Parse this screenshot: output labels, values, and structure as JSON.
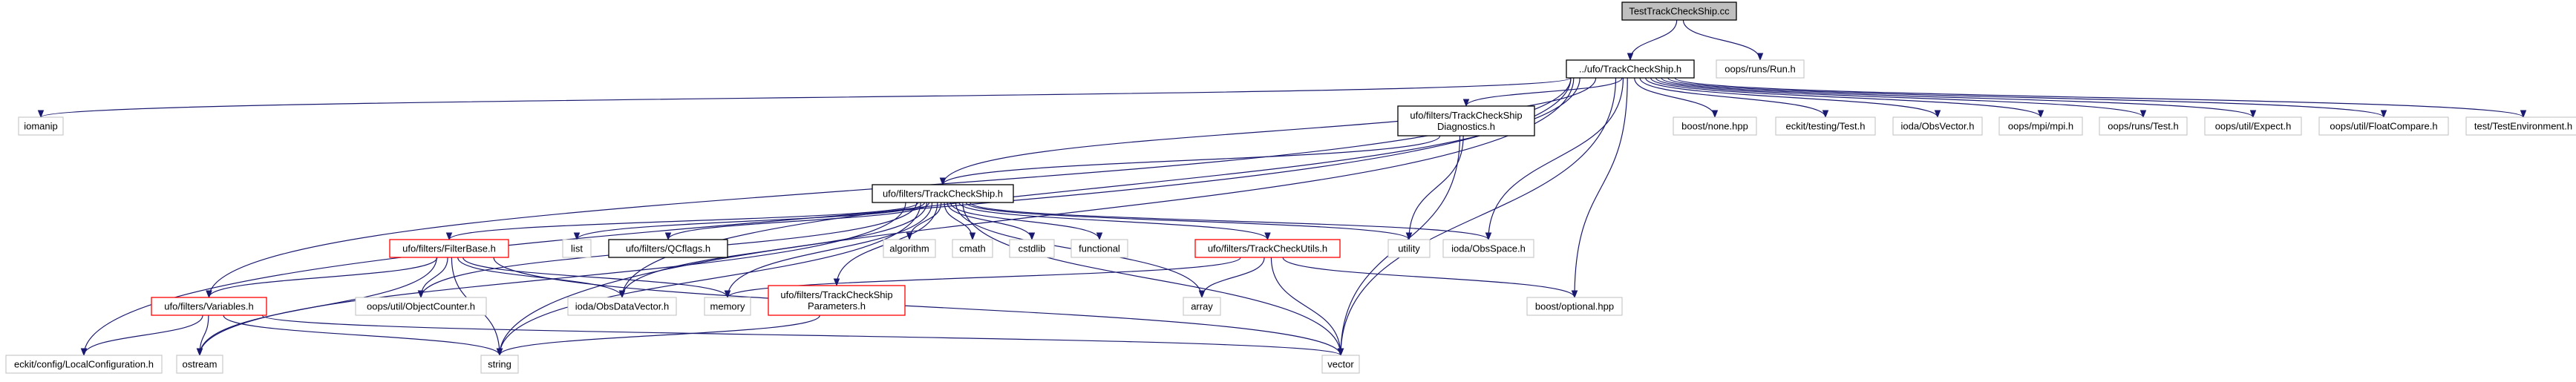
{
  "colors": {
    "edge": "#191970",
    "node_fill": "#ffffff",
    "node_root_fill": "#bfbfbf",
    "border_black": "#000000",
    "border_red": "#ff0000",
    "border_gray": "#bfbfbf",
    "text": "#000000"
  },
  "nodes": [
    {
      "id": "root",
      "label": "TestTrackCheckShip.cc",
      "style": "root"
    },
    {
      "id": "trackcheckship_main",
      "label": "../ufo/TrackCheckShip.h",
      "style": "black"
    },
    {
      "id": "run_h",
      "label": "oops/runs/Run.h",
      "style": "gray"
    },
    {
      "id": "iomanip",
      "label": "iomanip",
      "style": "gray"
    },
    {
      "id": "diag_h",
      "label": [
        "ufo/filters/TrackCheckShip",
        "Diagnostics.h"
      ],
      "style": "black"
    },
    {
      "id": "boost_none",
      "label": "boost/none.hpp",
      "style": "gray"
    },
    {
      "id": "eckit_test",
      "label": "eckit/testing/Test.h",
      "style": "gray"
    },
    {
      "id": "obsvector",
      "label": "ioda/ObsVector.h",
      "style": "gray"
    },
    {
      "id": "mpi_h",
      "label": "oops/mpi/mpi.h",
      "style": "gray"
    },
    {
      "id": "runs_test",
      "label": "oops/runs/Test.h",
      "style": "gray"
    },
    {
      "id": "expect_h",
      "label": "oops/util/Expect.h",
      "style": "gray"
    },
    {
      "id": "floatcompare",
      "label": "oops/util/FloatCompare.h",
      "style": "gray"
    },
    {
      "id": "testenv",
      "label": "test/TestEnvironment.h",
      "style": "gray"
    },
    {
      "id": "filters_tcs",
      "label": "ufo/filters/TrackCheckShip.h",
      "style": "black"
    },
    {
      "id": "filterbase",
      "label": "ufo/filters/FilterBase.h",
      "style": "red"
    },
    {
      "id": "list",
      "label": "list",
      "style": "gray"
    },
    {
      "id": "qcflags",
      "label": "ufo/filters/QCflags.h",
      "style": "black"
    },
    {
      "id": "algorithm",
      "label": "algorithm",
      "style": "gray"
    },
    {
      "id": "cmath",
      "label": "cmath",
      "style": "gray"
    },
    {
      "id": "cstdlib",
      "label": "cstdlib",
      "style": "gray"
    },
    {
      "id": "functional",
      "label": "functional",
      "style": "gray"
    },
    {
      "id": "tcutils",
      "label": "ufo/filters/TrackCheckUtils.h",
      "style": "red"
    },
    {
      "id": "utility",
      "label": "utility",
      "style": "gray"
    },
    {
      "id": "obsspace",
      "label": "ioda/ObsSpace.h",
      "style": "gray"
    },
    {
      "id": "variables",
      "label": "ufo/filters/Variables.h",
      "style": "red"
    },
    {
      "id": "objectcounter",
      "label": "oops/util/ObjectCounter.h",
      "style": "gray"
    },
    {
      "id": "obsdatavector",
      "label": "ioda/ObsDataVector.h",
      "style": "gray"
    },
    {
      "id": "memory",
      "label": "memory",
      "style": "gray"
    },
    {
      "id": "params_h",
      "label": [
        "ufo/filters/TrackCheckShip",
        "Parameters.h"
      ],
      "style": "red"
    },
    {
      "id": "array",
      "label": "array",
      "style": "gray"
    },
    {
      "id": "boost_optional",
      "label": "boost/optional.hpp",
      "style": "gray"
    },
    {
      "id": "localconfig",
      "label": "eckit/config/LocalConfiguration.h",
      "style": "gray"
    },
    {
      "id": "ostream",
      "label": "ostream",
      "style": "gray"
    },
    {
      "id": "string",
      "label": "string",
      "style": "gray"
    },
    {
      "id": "vector",
      "label": "vector",
      "style": "gray"
    }
  ],
  "edges": [
    [
      "root",
      "trackcheckship_main"
    ],
    [
      "root",
      "run_h"
    ],
    [
      "trackcheckship_main",
      "iomanip"
    ],
    [
      "trackcheckship_main",
      "diag_h"
    ],
    [
      "trackcheckship_main",
      "boost_none"
    ],
    [
      "trackcheckship_main",
      "eckit_test"
    ],
    [
      "trackcheckship_main",
      "obsvector"
    ],
    [
      "trackcheckship_main",
      "mpi_h"
    ],
    [
      "trackcheckship_main",
      "runs_test"
    ],
    [
      "trackcheckship_main",
      "expect_h"
    ],
    [
      "trackcheckship_main",
      "floatcompare"
    ],
    [
      "trackcheckship_main",
      "testenv"
    ],
    [
      "trackcheckship_main",
      "filters_tcs"
    ],
    [
      "trackcheckship_main",
      "variables"
    ],
    [
      "trackcheckship_main",
      "localconfig"
    ],
    [
      "trackcheckship_main",
      "string"
    ],
    [
      "trackcheckship_main",
      "obsdatavector"
    ],
    [
      "trackcheckship_main",
      "obsspace"
    ],
    [
      "trackcheckship_main",
      "boost_optional"
    ],
    [
      "trackcheckship_main",
      "vector"
    ],
    [
      "diag_h",
      "filters_tcs"
    ],
    [
      "diag_h",
      "utility"
    ],
    [
      "diag_h",
      "vector"
    ],
    [
      "filters_tcs",
      "filterbase"
    ],
    [
      "filters_tcs",
      "list"
    ],
    [
      "filters_tcs",
      "qcflags"
    ],
    [
      "filters_tcs",
      "algorithm"
    ],
    [
      "filters_tcs",
      "cmath"
    ],
    [
      "filters_tcs",
      "cstdlib"
    ],
    [
      "filters_tcs",
      "functional"
    ],
    [
      "filters_tcs",
      "tcutils"
    ],
    [
      "filters_tcs",
      "utility"
    ],
    [
      "filters_tcs",
      "obsspace"
    ],
    [
      "filters_tcs",
      "objectcounter"
    ],
    [
      "filters_tcs",
      "obsdatavector"
    ],
    [
      "filters_tcs",
      "memory"
    ],
    [
      "filters_tcs",
      "params_h"
    ],
    [
      "filters_tcs",
      "array"
    ],
    [
      "filters_tcs",
      "ostream"
    ],
    [
      "filters_tcs",
      "string"
    ],
    [
      "filters_tcs",
      "vector"
    ],
    [
      "filterbase",
      "variables"
    ],
    [
      "filterbase",
      "objectcounter"
    ],
    [
      "filterbase",
      "obsdatavector"
    ],
    [
      "filterbase",
      "memory"
    ],
    [
      "filterbase",
      "ostream"
    ],
    [
      "filterbase",
      "string"
    ],
    [
      "filterbase",
      "vector"
    ],
    [
      "tcutils",
      "memory"
    ],
    [
      "tcutils",
      "array"
    ],
    [
      "tcutils",
      "boost_optional"
    ],
    [
      "tcutils",
      "vector"
    ],
    [
      "variables",
      "localconfig"
    ],
    [
      "variables",
      "ostream"
    ],
    [
      "variables",
      "string"
    ],
    [
      "variables",
      "vector"
    ],
    [
      "params_h",
      "string"
    ]
  ]
}
